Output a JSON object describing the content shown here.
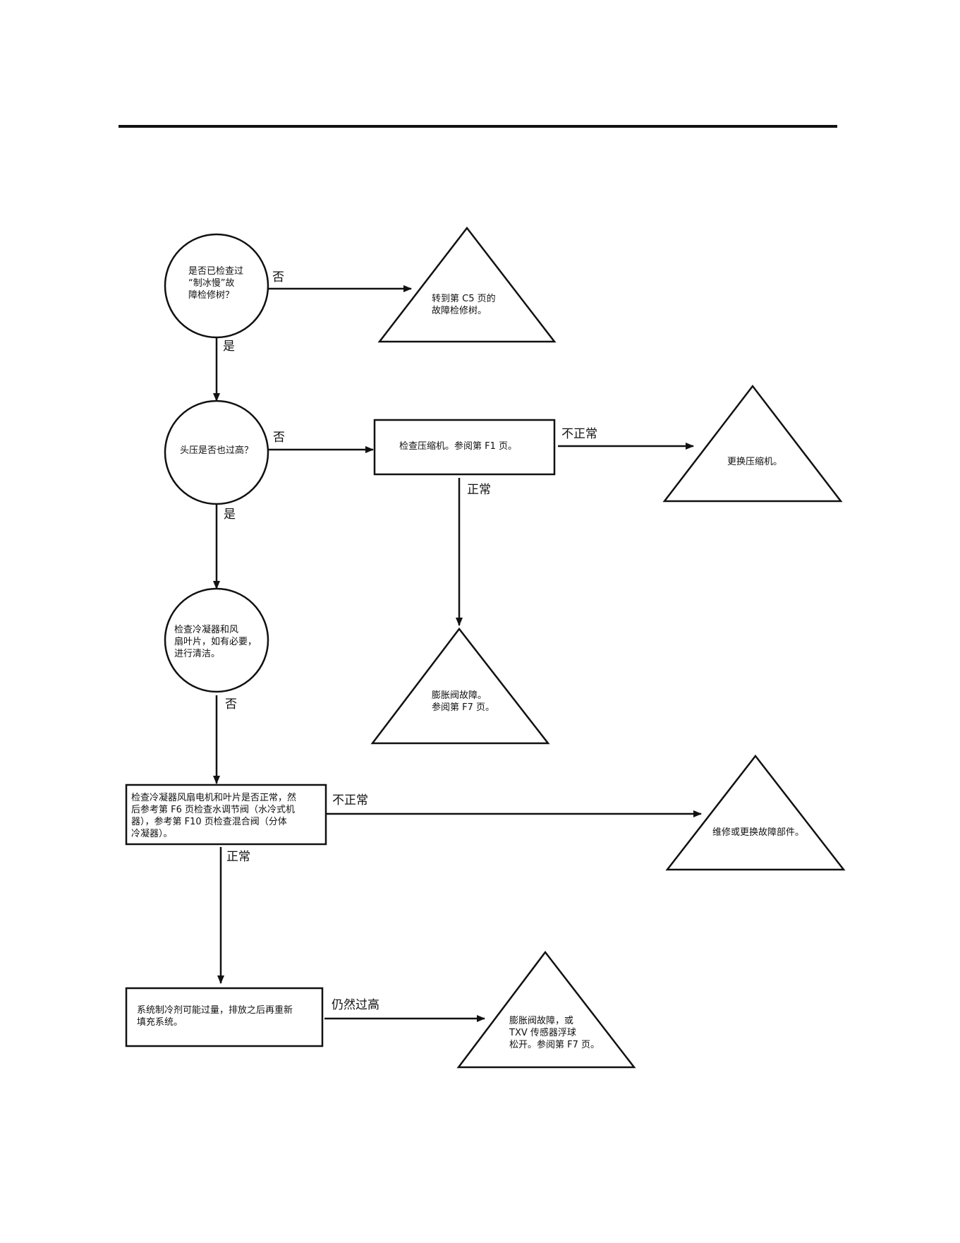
{
  "nodes": {
    "q1": "是否已检查过\n“制冰慢”故\n障检修树？",
    "t1": "转到第 C5 页的\n故障检修树。",
    "q2": "头压是否也过高？",
    "b1": "检查压缩机。参阅第 F1 页。",
    "t2": "更换压缩机。",
    "t3": "膨胀阀故障。\n参阅第 F7 页。",
    "q3": "检查冷凝器和风\n扇叶片，如有必要，\n进行清洁。",
    "b2": "检查冷凝器风扇电机和叶片是否正常，然\n后参考第 F6 页检查水调节阀（水冷式机\n器），参考第 F10 页检查混合阀（分体\n冷凝器）。",
    "t4": "维修或更换故障部件。",
    "b3": "系统制冷剂可能过量，排放之后再重新\n填充系统。",
    "t5": "膨胀阀故障，或\nTXV 传感器浮球\n松开。参阅第 F7 页。"
  },
  "edges": {
    "q1_no": "否",
    "q1_yes": "是",
    "q2_no": "否",
    "q2_yes": "是",
    "b1_abnormal": "不正常",
    "b1_normal": "正常",
    "q3_no": "否",
    "b2_abnormal": "不正常",
    "b2_normal": "正常",
    "b3_still_high": "仍然过高"
  }
}
